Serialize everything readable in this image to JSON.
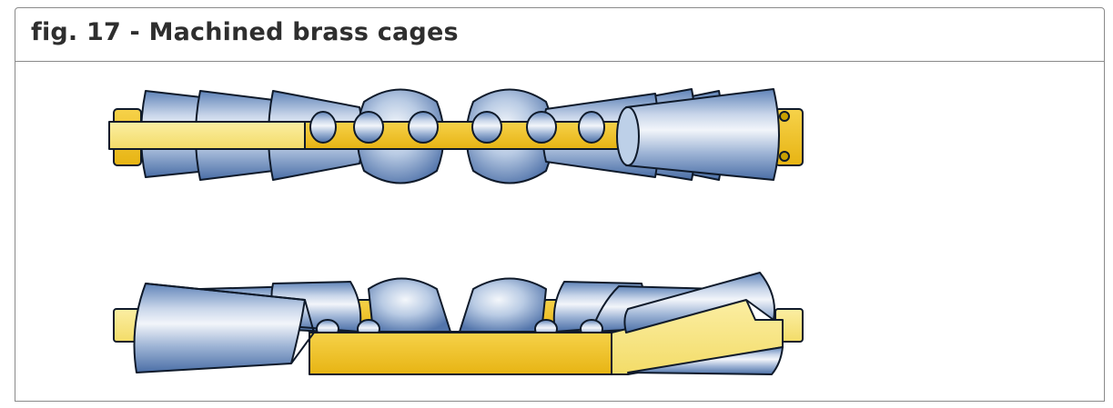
{
  "figure": {
    "title": "fig. 17 - Machined brass cages"
  },
  "colors": {
    "brass_cage": "#f2c31c",
    "brass_cage_light": "#f7e27a",
    "roller_light": "#e4ebf5",
    "roller_mid": "#a8bddb",
    "roller_dark": "#5a7fb5",
    "outline": "#0f1a2a",
    "frame_border": "#8a8a8a",
    "title_text": "#2e2e2e"
  },
  "illustrations": [
    {
      "name": "machined-brass-cage-flat-section",
      "description_icon": "bearing-cage-top-icon"
    },
    {
      "name": "machined-brass-cage-angled-section",
      "description_icon": "bearing-cage-bottom-icon"
    }
  ]
}
